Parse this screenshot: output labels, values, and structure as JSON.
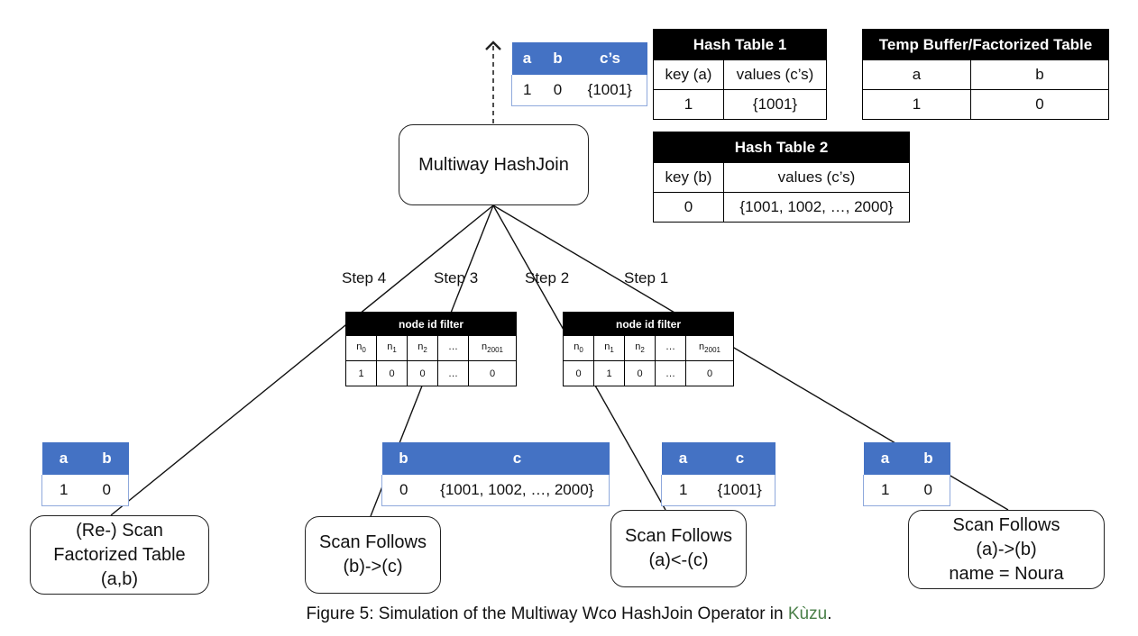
{
  "operator": {
    "label": "Multiway HashJoin"
  },
  "output_tuple": {
    "headers": [
      "a",
      "b",
      "c’s"
    ],
    "row": [
      "1",
      "0",
      "{1001}"
    ]
  },
  "hash_table_1": {
    "title": "Hash Table 1",
    "headers": [
      "key (a)",
      "values (c’s)"
    ],
    "row": [
      "1",
      "{1001}"
    ]
  },
  "hash_table_2": {
    "title": "Hash Table 2",
    "headers": [
      "key (b)",
      "values (c’s)"
    ],
    "row": [
      "0",
      "{1001, 1002, …, 2000}"
    ]
  },
  "temp_buffer": {
    "title": "Temp Buffer/Factorized Table",
    "headers": [
      "a",
      "b"
    ],
    "row": [
      "1",
      "0"
    ]
  },
  "steps": [
    "Step 4",
    "Step 3",
    "Step 2",
    "Step 1"
  ],
  "filter_left": {
    "title": "node id filter",
    "headers": [
      {
        "base": "n",
        "sub": "0"
      },
      {
        "base": "n",
        "sub": "1"
      },
      {
        "base": "n",
        "sub": "2"
      },
      {
        "base": "…",
        "sub": ""
      },
      {
        "base": "n",
        "sub": "2001"
      }
    ],
    "values": [
      "1",
      "0",
      "0",
      "…",
      "0"
    ]
  },
  "filter_right": {
    "title": "node id filter",
    "headers": [
      {
        "base": "n",
        "sub": "0"
      },
      {
        "base": "n",
        "sub": "1"
      },
      {
        "base": "n",
        "sub": "2"
      },
      {
        "base": "…",
        "sub": ""
      },
      {
        "base": "n",
        "sub": "2001"
      }
    ],
    "values": [
      "0",
      "1",
      "0",
      "…",
      "0"
    ]
  },
  "tuple_tables": [
    {
      "headers": [
        "a",
        "b"
      ],
      "row": [
        "1",
        "0"
      ]
    },
    {
      "headers": [
        "b",
        "c"
      ],
      "row": [
        "0",
        "{1001, 1002, …, 2000}"
      ]
    },
    {
      "headers": [
        "a",
        "c"
      ],
      "row": [
        "1",
        "{1001}"
      ]
    },
    {
      "headers": [
        "a",
        "b"
      ],
      "row": [
        "1",
        "0"
      ]
    }
  ],
  "scans": [
    {
      "lines": [
        "(Re-) Scan",
        "Factorized Table",
        "(a,b)"
      ]
    },
    {
      "lines": [
        "Scan Follows",
        "(b)->(c)"
      ]
    },
    {
      "lines": [
        "Scan Follows",
        "(a)<-(c)"
      ]
    },
    {
      "lines": [
        "Scan Follows",
        "(a)->(b)",
        "name = Noura"
      ]
    }
  ],
  "caption": {
    "prefix": "Figure 5: Simulation of the Multiway Wco HashJoin Operator in ",
    "system": "Kùzu",
    "suffix": "."
  }
}
